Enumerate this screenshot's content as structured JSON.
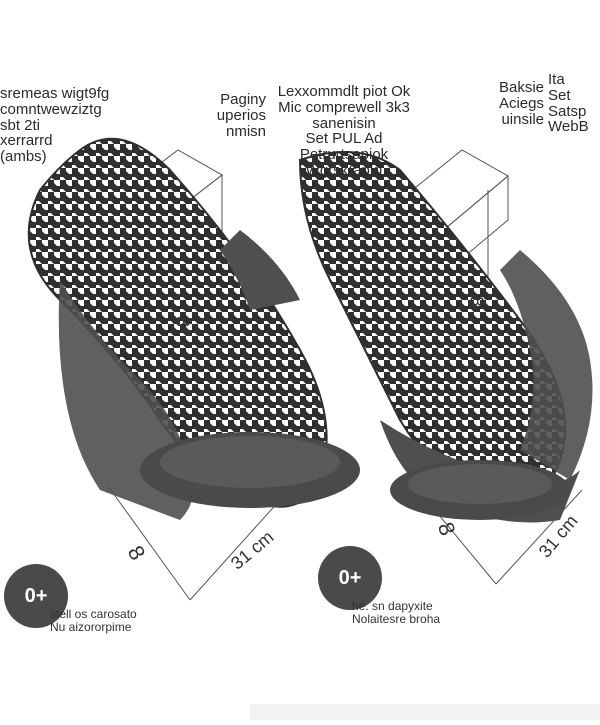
{
  "texts": {
    "top_left": "sremeas wigt9fg\ncomntwewziztg\nsbt 2ti\nxerrarrd\n(ambs)",
    "top_left_center": "Paginy\nuperios\nnmisn",
    "top_center": "Lexxommdlt piot Ok\nMic comprewell 3k3\nsanenisin\nSet PUL Ad\nPetrurtsapiok\nWgrsk(apk)",
    "top_right_center": "Baksie\nAciegs\nuinsile",
    "top_right": "Ita\nSet\nSatsp\nWebB"
  },
  "dimensions": {
    "left_height": "8",
    "right_height": "8",
    "left_depth": "8",
    "left_width": "31 cm",
    "right_depth": "8",
    "right_width": "31 cm"
  },
  "badges": {
    "left": "0+",
    "right": "0+"
  },
  "captions": {
    "left": "stell os carosato\nNu aizororpime",
    "right": "he. sn dapyxite\nNolaitesre broha"
  },
  "colors": {
    "pattern_dark": "#2f2f2f",
    "pattern_light": "#ffffff",
    "felt_gray": "#4f4f4f"
  }
}
